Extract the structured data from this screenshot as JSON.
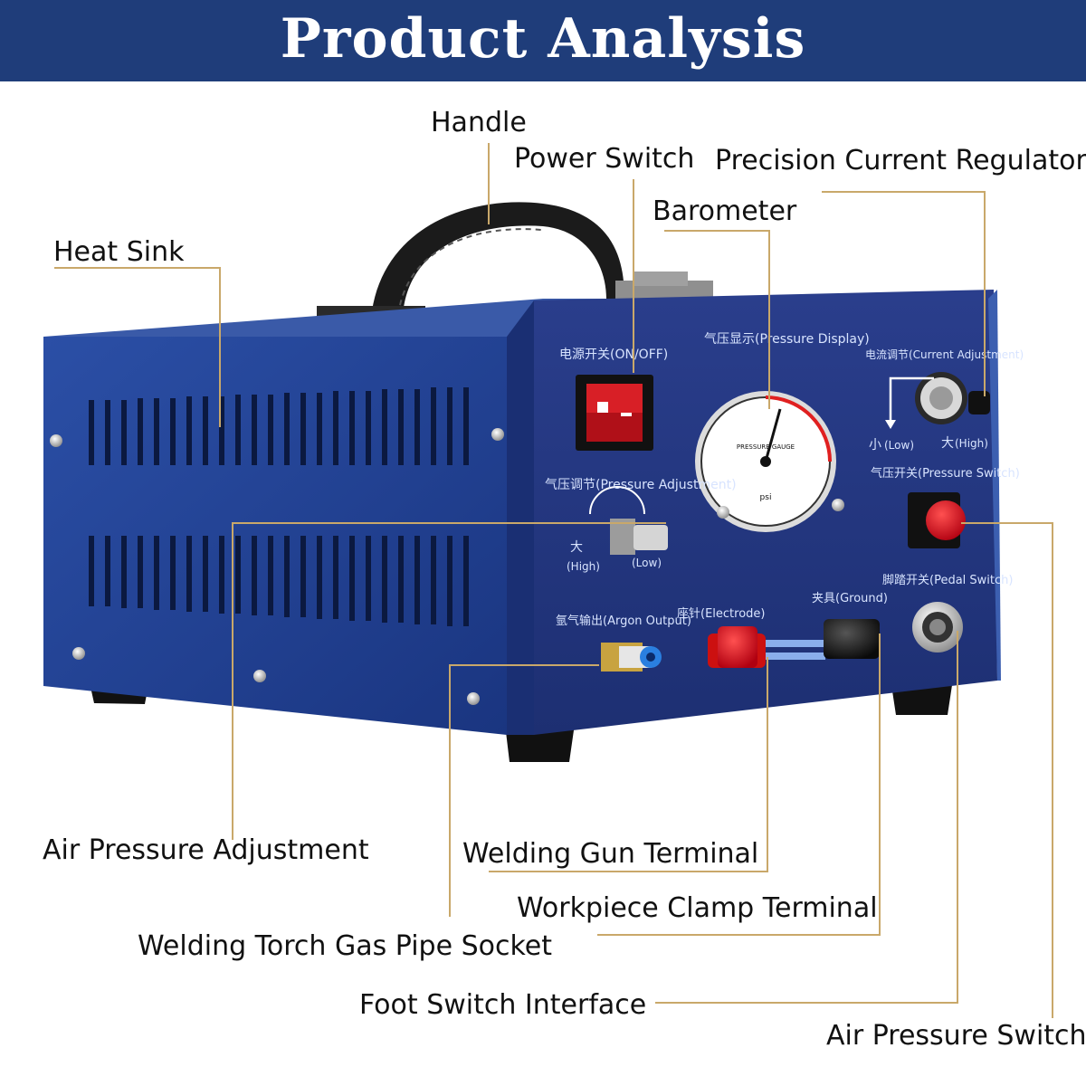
{
  "header": {
    "title": "Product Analysis"
  },
  "labels": {
    "handle": "Handle",
    "power_switch": "Power Switch",
    "precision_current_regulator": "Precision Current Regulator",
    "barometer": "Barometer",
    "heat_sink": "Heat Sink",
    "air_pressure_adjustment": "Air Pressure Adjustment",
    "welding_gun_terminal": "Welding Gun Terminal",
    "workpiece_clamp_terminal": "Workpiece Clamp Terminal",
    "welding_torch_gas_pipe_socket": "Welding Torch Gas Pipe Socket",
    "foot_switch_interface": "Foot Switch Interface",
    "air_pressure_switch": "Air Pressure Switch"
  },
  "panel": {
    "power": "电源开关(ON/OFF)",
    "pressure_display": "气压显示(Pressure Display)",
    "current_adjustment": "电流调节(Current Adjustment)",
    "pressure_adjustment": "气压调节(Pressure Adjustment)",
    "low_cn": "小",
    "low_en": "(Low)",
    "high_cn": "大",
    "high_en": "(High)",
    "pressure_switch": "气压开关(Pressure Switch)",
    "argon_output": "氩气输出(Argon Output)",
    "electrode": "座针(Electrode)",
    "ground": "夹具(Ground)",
    "pedal_switch": "脚踏开关(Pedal Switch)",
    "gauge_text": "PRESSURE GAUGE",
    "gauge_psi": "psi"
  },
  "colors": {
    "banner": "#1f3d7a",
    "body_blue": "#1f3c8e",
    "leader_line": "#c9a86a",
    "switch_red": "#d81f26"
  }
}
